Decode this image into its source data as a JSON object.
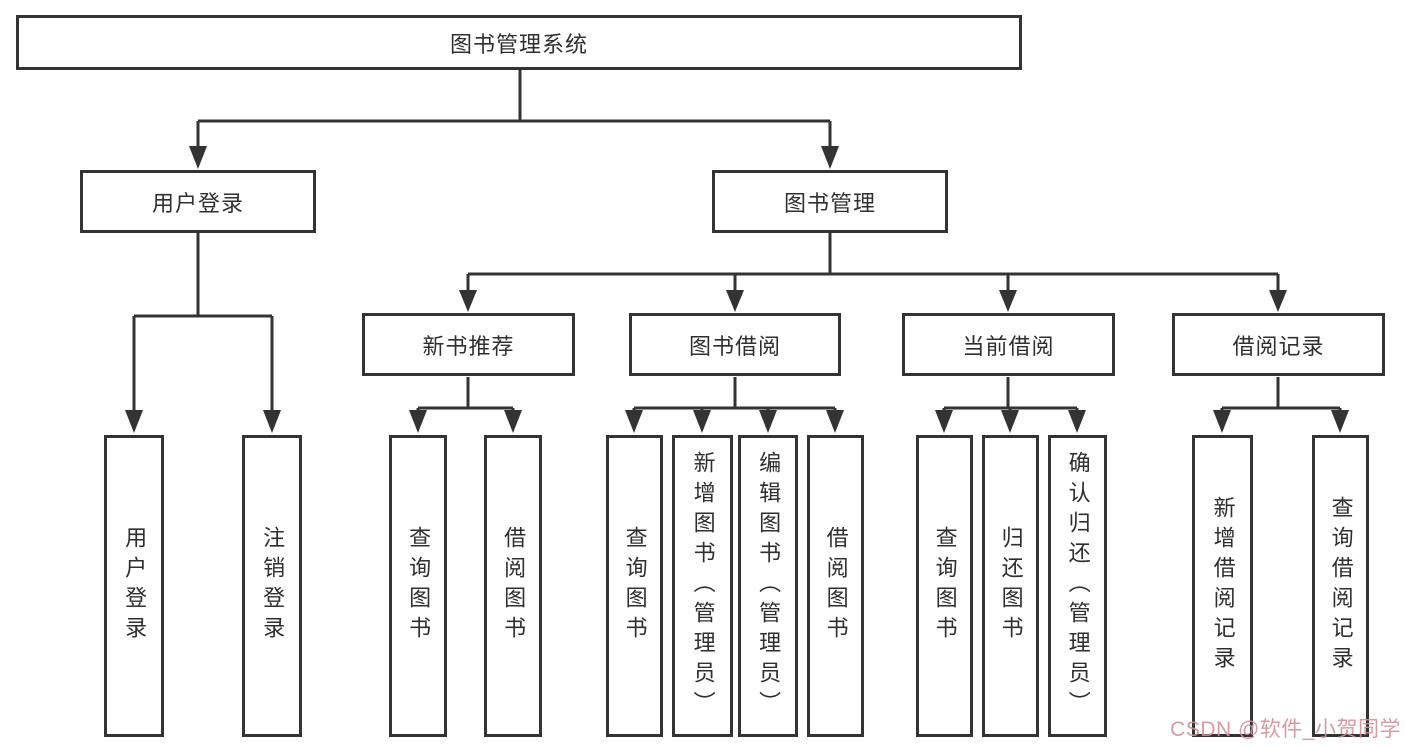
{
  "page": {
    "background": "#ffffff"
  },
  "colors": {
    "line": "#333333",
    "box_border": "#333333",
    "text": "#2f2f2f",
    "watermark": "#d0929a"
  },
  "watermark": {
    "text": "CSDN @软件_小贺同学"
  },
  "tree": {
    "label": "图书管理系统",
    "children": [
      {
        "label": "用户登录",
        "children": [
          {
            "label": "用户登录"
          },
          {
            "label": "注销登录"
          }
        ]
      },
      {
        "label": "图书管理",
        "children": [
          {
            "label": "新书推荐",
            "children": [
              {
                "label": "查询图书"
              },
              {
                "label": "借阅图书"
              }
            ]
          },
          {
            "label": "图书借阅",
            "children": [
              {
                "label": "查询图书"
              },
              {
                "label": "新增图书（管理员）"
              },
              {
                "label": "编辑图书（管理员）"
              },
              {
                "label": "借阅图书"
              }
            ]
          },
          {
            "label": "当前借阅",
            "children": [
              {
                "label": "查询图书"
              },
              {
                "label": "归还图书"
              },
              {
                "label": "确认归还（管理员）"
              }
            ]
          },
          {
            "label": "借阅记录",
            "children": [
              {
                "label": "新增借阅记录"
              },
              {
                "label": "查询借阅记录"
              }
            ]
          }
        ]
      }
    ]
  }
}
